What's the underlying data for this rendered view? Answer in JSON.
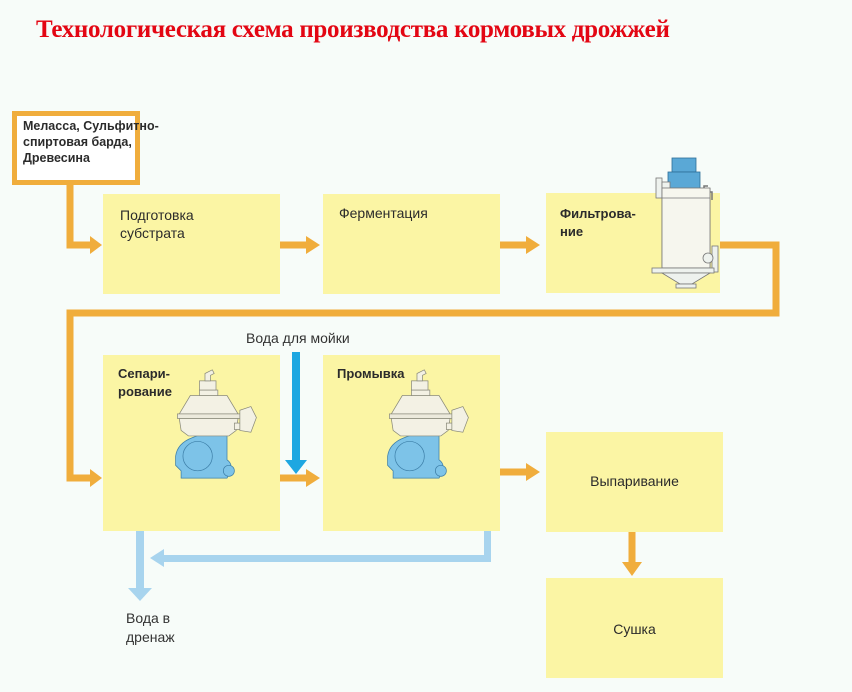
{
  "title": "Технологическая схема производства кормовых дрожжей",
  "colors": {
    "title": "#e30613",
    "process_box": "#fbf5a4",
    "main_flow_arrow": "#f0ad3c",
    "wash_water_arrow": "#1ea7e1",
    "drain_water_arrow": "#a8d4ee",
    "equipment_body": "#f3f1e4",
    "equipment_base": "#7dc3e8"
  },
  "source": {
    "lines": [
      "Меласса, Сульфитно-",
      "спиртовая барда,",
      "Древесина"
    ]
  },
  "steps": [
    {
      "id": "substrate-prep",
      "lines": [
        "Подготовка",
        "субстрата"
      ],
      "bold": false
    },
    {
      "id": "fermentation",
      "lines": [
        "Ферментация"
      ],
      "bold": false
    },
    {
      "id": "filtration",
      "lines": [
        "Фильтрова-",
        "ние"
      ],
      "bold": true,
      "equipment": "filter"
    },
    {
      "id": "separation",
      "lines": [
        "Сепари-",
        "рование"
      ],
      "bold": true,
      "equipment": "separator"
    },
    {
      "id": "washing",
      "lines": [
        "Промывка"
      ],
      "bold": true,
      "equipment": "separator"
    },
    {
      "id": "evaporation",
      "lines": [
        "Выпаривание"
      ],
      "bold": false
    },
    {
      "id": "drying",
      "lines": [
        "Сушка"
      ],
      "bold": false
    }
  ],
  "annotations": {
    "wash_water": "Вода для мойки",
    "drain_water": [
      "Вода в",
      "дренаж"
    ]
  },
  "flows": [
    {
      "from": "source",
      "to": "substrate-prep",
      "type": "main"
    },
    {
      "from": "substrate-prep",
      "to": "fermentation",
      "type": "main"
    },
    {
      "from": "fermentation",
      "to": "filtration",
      "type": "main"
    },
    {
      "from": "filtration",
      "to": "separation",
      "type": "main"
    },
    {
      "from": "separation",
      "to": "washing",
      "type": "main"
    },
    {
      "from": "washing",
      "to": "evaporation",
      "type": "main"
    },
    {
      "from": "evaporation",
      "to": "drying",
      "type": "main"
    },
    {
      "from": "wash_water",
      "to": "washing",
      "type": "wash"
    },
    {
      "from": "washing",
      "to": "drain",
      "type": "drain"
    },
    {
      "from": "separation",
      "to": "drain",
      "type": "drain"
    }
  ]
}
